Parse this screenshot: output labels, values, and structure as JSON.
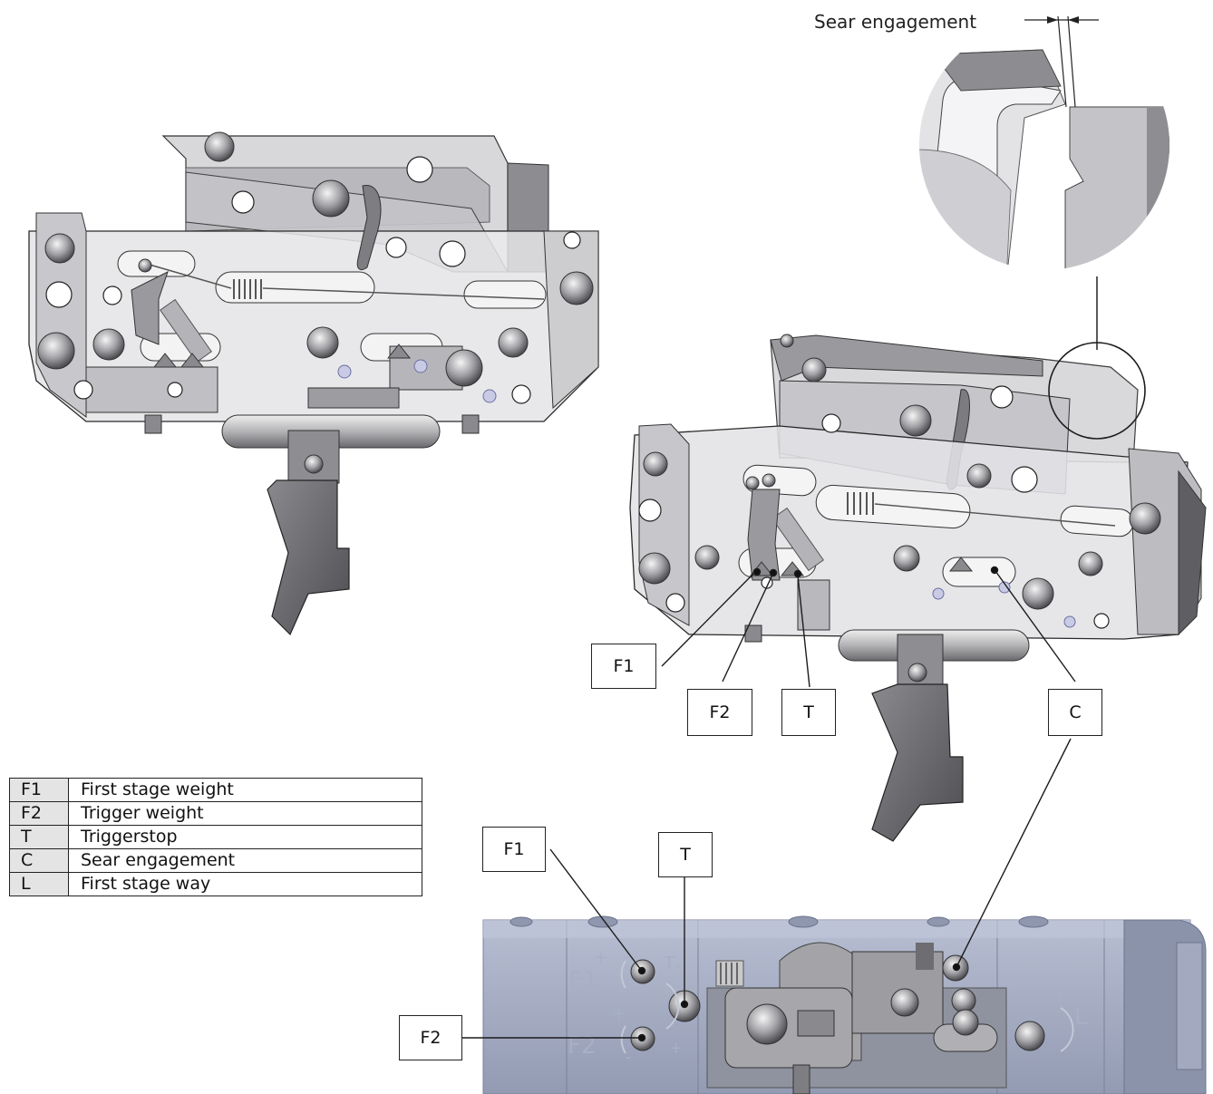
{
  "sear_engagement_label": "Sear engagement",
  "callouts": {
    "f1_upper": "F1",
    "f2_upper": "F2",
    "t_upper": "T",
    "c_upper": "C",
    "f1_lower": "F1",
    "t_lower": "T",
    "f2_lower": "F2"
  },
  "legend": [
    {
      "code": "F1",
      "description": "First stage weight"
    },
    {
      "code": "F2",
      "description": "Trigger weight"
    },
    {
      "code": "T",
      "description": "Triggerstop"
    },
    {
      "code": "C",
      "description": "Sear engagement"
    },
    {
      "code": "L",
      "description": "First stage way"
    }
  ],
  "plate_markings": {
    "f1": "F1",
    "f2": "F2",
    "t": "T",
    "l": "L",
    "plus": "+",
    "minus": "-"
  },
  "colors": {
    "metal_dark": "#6e6e72",
    "metal_mid": "#a9a9ad",
    "metal_light": "#d9d9dc",
    "plate_blue": "#a9b1c7",
    "line": "#1c1c1c"
  }
}
